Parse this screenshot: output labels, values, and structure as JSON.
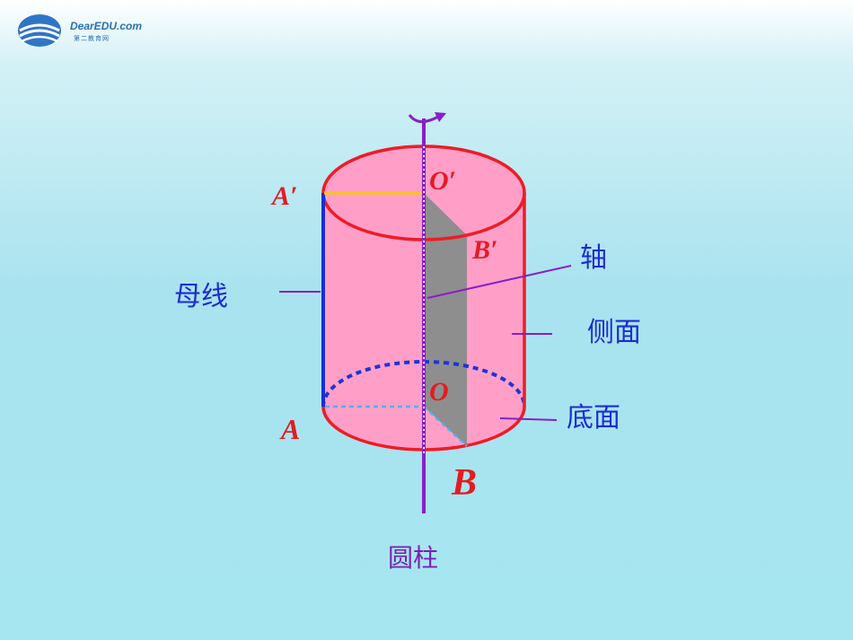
{
  "logo": {
    "brand": "DearEDU.com",
    "sub": "第二教育网"
  },
  "points": {
    "A_prime": "A′",
    "O_prime": "O′",
    "B_prime": "B′",
    "O": "O",
    "A": "A",
    "B": "B"
  },
  "labels": {
    "generatrix": "母线",
    "axis": "轴",
    "lateral_face": "侧面",
    "base": "底面",
    "caption": "圆柱"
  },
  "colors": {
    "lateral_fill": "#ff9fc8",
    "outline": "#ee1c25",
    "axis": "#8a1ec9",
    "generatrix": "#1b2bd9",
    "radius_top": "#f7c326",
    "hidden_arc": "#1e34d6",
    "radius_bottom": "#49b6ee",
    "section": "#8e8e8e",
    "label_blue": "#1d2bd3",
    "label_purple": "#7a1fb8",
    "point_red": "#e31b23"
  }
}
